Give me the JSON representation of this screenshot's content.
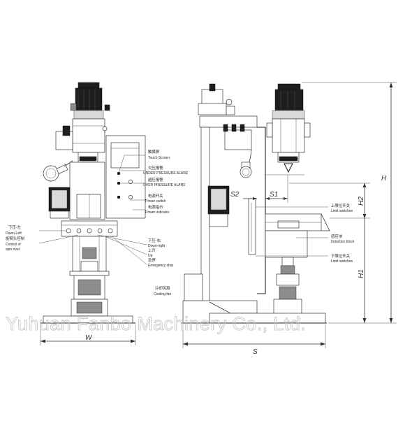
{
  "front_view": {
    "labels": {
      "touch_screen_cn": "触摸屏",
      "touch_screen_en": "Touch-Screen",
      "under_pressure_cn": "欠压报警",
      "under_pressure_en": "UNDER PRESSURE ALARE",
      "over_pressure_cn": "超压报警",
      "over_pressure_en": "OVER PRESSURE ALARE",
      "power_switch_cn": "电源开关",
      "power_switch_en": "Power switch",
      "power_indicator_cn": "电源指示",
      "power_indicator_en": "Power indicator",
      "down_left_cn": "下压-左",
      "down_left_en": "Down-Left",
      "spin_control_cn": "旋铆头控制",
      "spin_control_en_1": "Control of",
      "spin_control_en_2": "spin rivet",
      "down_right_cn": "下压-右",
      "down_right_en": "Down-right",
      "up_cn": "上升",
      "up_en": "Up",
      "emergency_cn": "急停",
      "emergency_en": "Emergency stop",
      "cooling_fan_cn": "冷却风扇",
      "cooling_fan_en": "Cooling fan"
    },
    "dimensions": {
      "width": "W"
    }
  },
  "side_view": {
    "labels": {
      "upper_limit_cn": "上限位开关",
      "upper_limit_en": "Limit switches",
      "induction_cn": "感应块",
      "induction_en": "Induction block",
      "lower_limit_cn": "下限位开关",
      "lower_limit_en": "Limit switches"
    },
    "dimensions": {
      "s": "S",
      "s1": "S1",
      "s2": "S2",
      "h": "H",
      "h1": "H1",
      "h2": "H2"
    }
  },
  "watermark": "Yuhuan Fanbo Machinery Co., Ltd."
}
